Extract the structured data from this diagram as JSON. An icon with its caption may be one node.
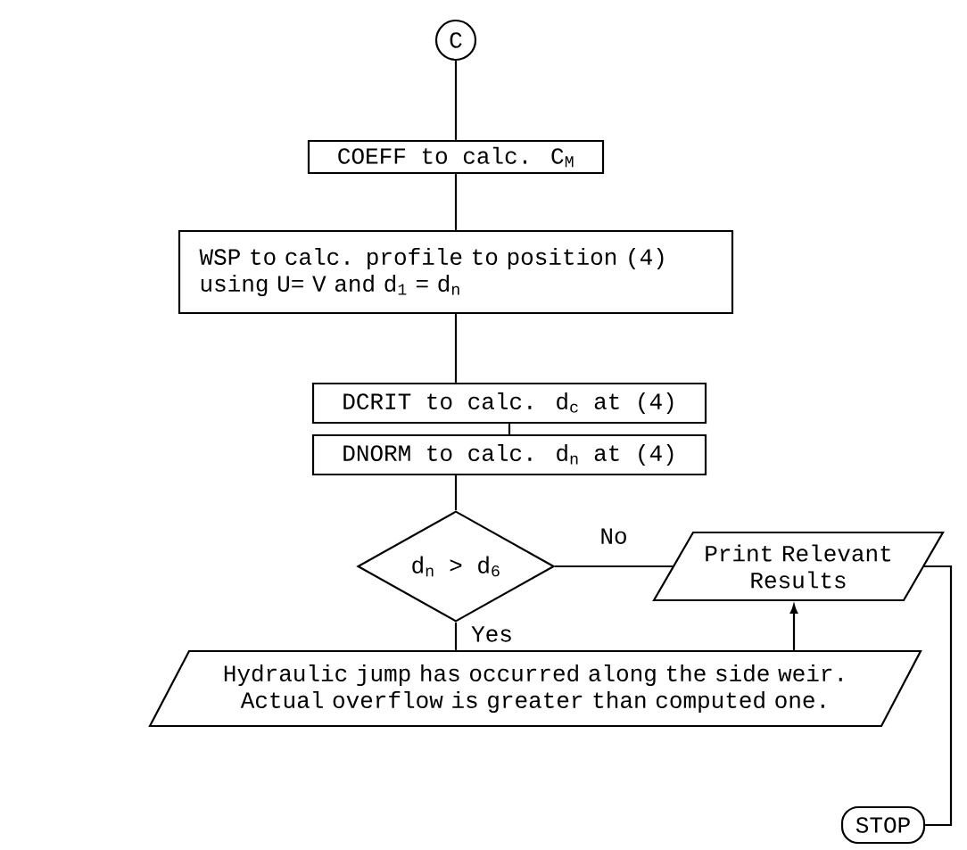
{
  "diagram": {
    "nodes": [
      {
        "text": [
          "C"
        ]
      },
      {
        "text": [
          "COEFF to calc. C$_{M}$"
        ]
      },
      {
        "text": [
          "WSP to calc. profile to position (4) using U= V and d$_{1}$ = d$_{n}$"
        ]
      },
      {
        "text": [
          "DCRIT to calc. d$_{c}$ at (4)"
        ]
      },
      {
        "text": [
          "DNORM to calc. d$_{n}$ at (4)"
        ]
      },
      {
        "text": [
          "d$_{n}$ > d$_{6}$"
        ]
      },
      {
        "text": [
          "Print Relevant Results"
        ]
      },
      {
        "text": [
          "Hydraulic jump has occurred along the side weir. Actual overflow is greater than computed one."
        ]
      },
      {
        "text": [
          "STOP"
        ]
      }
    ],
    "edges": [
      {
        "from": 0,
        "to": 1,
        "arrow": "none"
      },
      {
        "from": 1,
        "to": 2,
        "arrow": "none"
      },
      {
        "from": 2,
        "to": 3,
        "arrow": "none"
      },
      {
        "from": 3,
        "to": 4,
        "arrow": "none"
      },
      {
        "from": 4,
        "to": 5,
        "arrow": "none"
      },
      {
        "from": 5,
        "to": 6,
        "arrow": "none",
        "label": "No"
      },
      {
        "from": 5,
        "to": 7,
        "arrow": "none",
        "label": "Yes"
      },
      {
        "from": 7,
        "to": 6,
        "arrow": "to"
      },
      {
        "from": 6,
        "to": 8,
        "arrow": "none"
      }
    ]
  }
}
